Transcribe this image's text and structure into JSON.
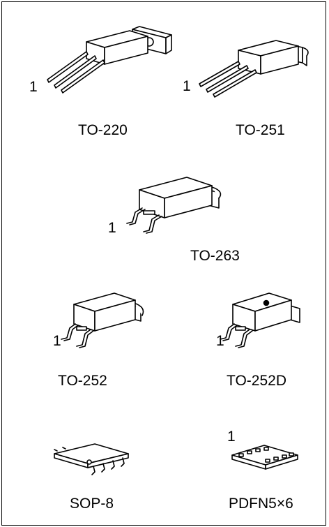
{
  "packages": [
    {
      "id": "to220",
      "label": "TO-220",
      "pin1": "1"
    },
    {
      "id": "to251",
      "label": "TO-251",
      "pin1": "1"
    },
    {
      "id": "to263",
      "label": "TO-263",
      "pin1": "1"
    },
    {
      "id": "to252",
      "label": "TO-252",
      "pin1": "1"
    },
    {
      "id": "to252d",
      "label": "TO-252D",
      "pin1": "1"
    },
    {
      "id": "sop8",
      "label": "SOP-8"
    },
    {
      "id": "pdfn",
      "label": "PDFN5×6",
      "pin1": "1"
    }
  ]
}
